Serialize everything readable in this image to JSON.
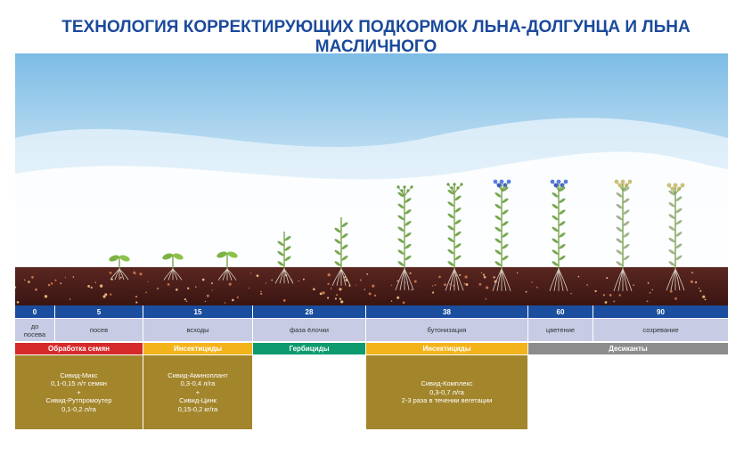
{
  "title": "ТЕХНОЛОГИЯ КОРРЕКТИРУЮЩИХ ПОДКОРМОК ЛЬНА-ДОЛГУНЦА И ЛЬНА МАСЛИЧНОГО",
  "days": [
    "0",
    "5",
    "15",
    "28",
    "38",
    "60",
    "90"
  ],
  "phases": [
    [
      "до",
      "посева"
    ],
    [
      "посев"
    ],
    [
      "всходы"
    ],
    [
      "фаза ёлочки"
    ],
    [
      "бутонизация"
    ],
    [
      "цветение"
    ],
    [
      "созревание"
    ]
  ],
  "treatments": [
    {
      "label": "Обработка семян",
      "color": "#d62a2a"
    },
    {
      "label": "Инсектициды",
      "color": "#f3b41b"
    },
    {
      "label": "Гербициды",
      "color": "#0c9a6e"
    },
    {
      "label": "Инсектициды",
      "color": "#f3b41b"
    },
    {
      "label": "Десиканты",
      "color": "#8c8c8c"
    }
  ],
  "products": [
    {
      "lines": [
        "Сивид-Микс",
        "0,1-0,15 л/т семян",
        "+",
        "Сивид-Рутпромоутер",
        "0,1-0,2 л/га"
      ]
    },
    {
      "lines": [
        "Сивид-Аминоплант",
        "0,3-0,4 л/га",
        "+",
        "Сивид-Цинк",
        "0,15-0,2 кг/га"
      ]
    },
    {
      "lines": []
    },
    {
      "lines": [
        "Сивид-Комплекс",
        "0,3-0,7 л/га",
        "2-3 раза в течении вегетации"
      ]
    },
    {
      "lines": []
    }
  ],
  "colors": {
    "title": "#1b4a9b",
    "days_bar": "#1b4e9e",
    "phases_bar": "#c7cbe4",
    "product_box": "#a3862c",
    "soil": "#4a1c17",
    "sky_top": "#7dbde6"
  }
}
